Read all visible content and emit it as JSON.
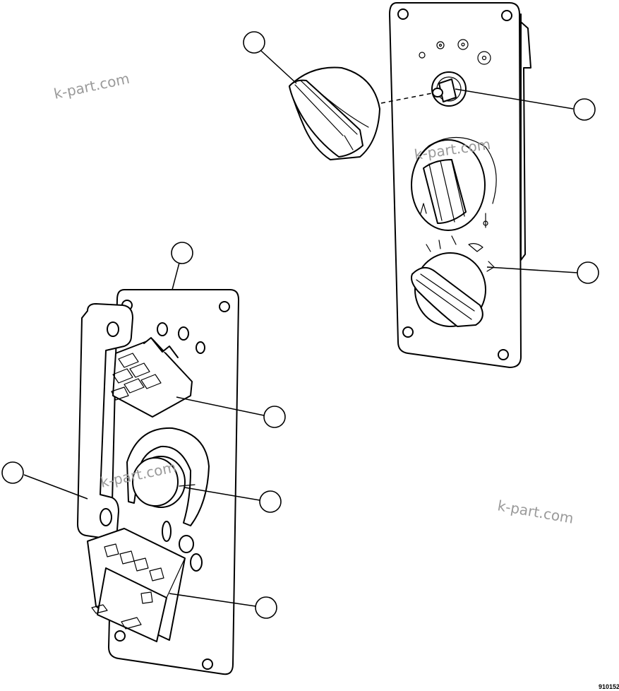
{
  "watermarks": [
    "k-part.com",
    "k-part.com",
    "k-part.com",
    "k-part.com"
  ],
  "drawing_number": "910152",
  "callouts": [
    "",
    "",
    "",
    "",
    "",
    "",
    "",
    ""
  ]
}
